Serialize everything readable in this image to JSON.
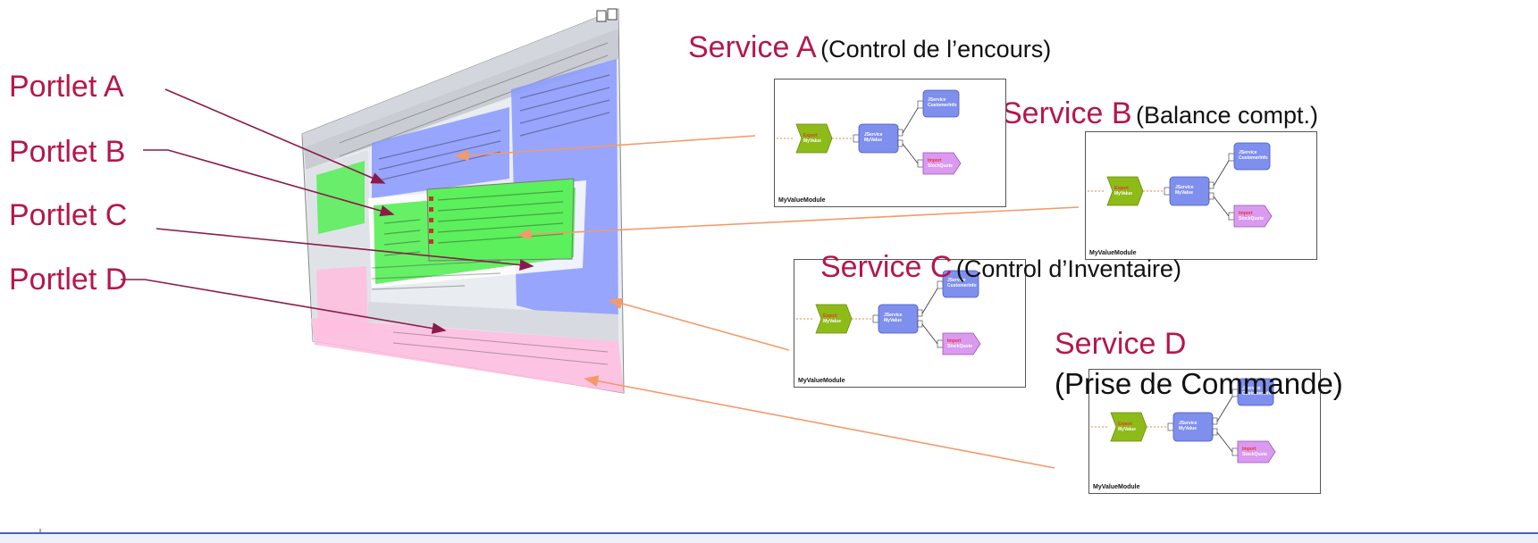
{
  "portlets": [
    {
      "label": "Portlet A"
    },
    {
      "label": "Portlet B"
    },
    {
      "label": "Portlet C"
    },
    {
      "label": "Portlet D"
    }
  ],
  "services": [
    {
      "title": "Service A",
      "subtitle": "(Control de l’encours)"
    },
    {
      "title": "Service B",
      "subtitle": "(Balance compt.)"
    },
    {
      "title": "Service C",
      "subtitle": "(Control d’Inventaire)"
    },
    {
      "title": "Service D",
      "subtitle": "(Prise de Commande)"
    }
  ],
  "module": {
    "name": "MyValueModule",
    "export_kind": "Export",
    "export_name": "MyValue",
    "jservice_kind": "JService",
    "jservice_name": "MyValue",
    "customer_kind": "JService",
    "customer_name": "CustomerInfo",
    "import_kind": "Import",
    "import_name": "StockQuote"
  },
  "colors": {
    "label": "#b5174a",
    "arrow_portlet": "#8b1a4a",
    "arrow_service": "#f39a6b",
    "export": "#8dbb18",
    "jservice": "#7f8fee",
    "import": "#d99af0",
    "portlet_a": "#8899ff",
    "portlet_b": "#55ee55",
    "portlet_d": "#ffbfe0"
  }
}
